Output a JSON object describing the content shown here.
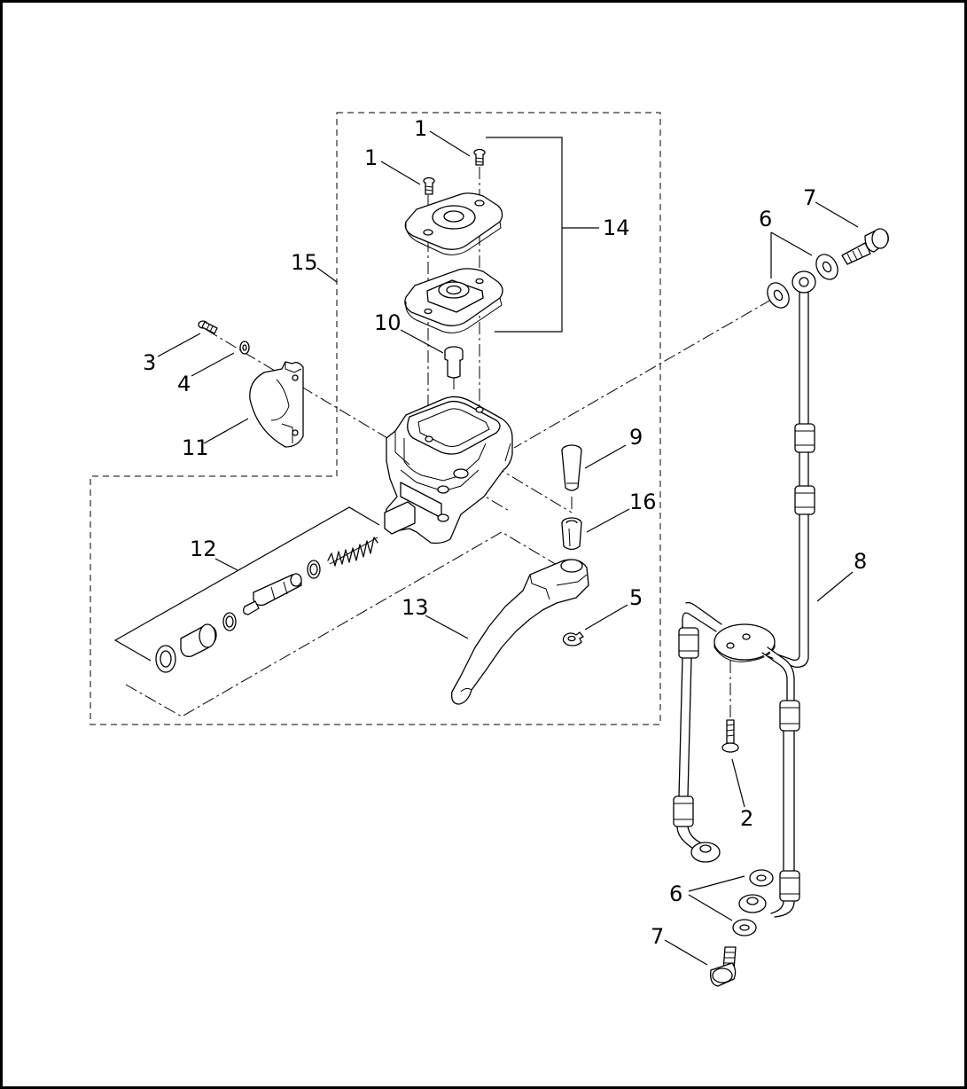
{
  "diagram": {
    "callouts": [
      {
        "id": "c1a",
        "text": "1"
      },
      {
        "id": "c1b",
        "text": "1"
      },
      {
        "id": "c14",
        "text": "14"
      },
      {
        "id": "c15",
        "text": "15"
      },
      {
        "id": "c10",
        "text": "10"
      },
      {
        "id": "c3",
        "text": "3"
      },
      {
        "id": "c4",
        "text": "4"
      },
      {
        "id": "c11",
        "text": "11"
      },
      {
        "id": "c9",
        "text": "9"
      },
      {
        "id": "c16",
        "text": "16"
      },
      {
        "id": "c12",
        "text": "12"
      },
      {
        "id": "c13",
        "text": "13"
      },
      {
        "id": "c5",
        "text": "5"
      },
      {
        "id": "c7top",
        "text": "7"
      },
      {
        "id": "c6top",
        "text": "6"
      },
      {
        "id": "c8",
        "text": "8"
      },
      {
        "id": "c2",
        "text": "2"
      },
      {
        "id": "c6bot",
        "text": "6"
      },
      {
        "id": "c7bot",
        "text": "7"
      }
    ],
    "parts": [
      "screw",
      "cover",
      "gasket",
      "plug",
      "bolt",
      "washer",
      "handlebar-clamp",
      "banjo-bolt",
      "banjo-washer",
      "brake-line",
      "pivot-pin",
      "bushing",
      "piston-kit",
      "brake-lever",
      "retaining-ring",
      "master-cylinder",
      "manifold-screw"
    ]
  }
}
